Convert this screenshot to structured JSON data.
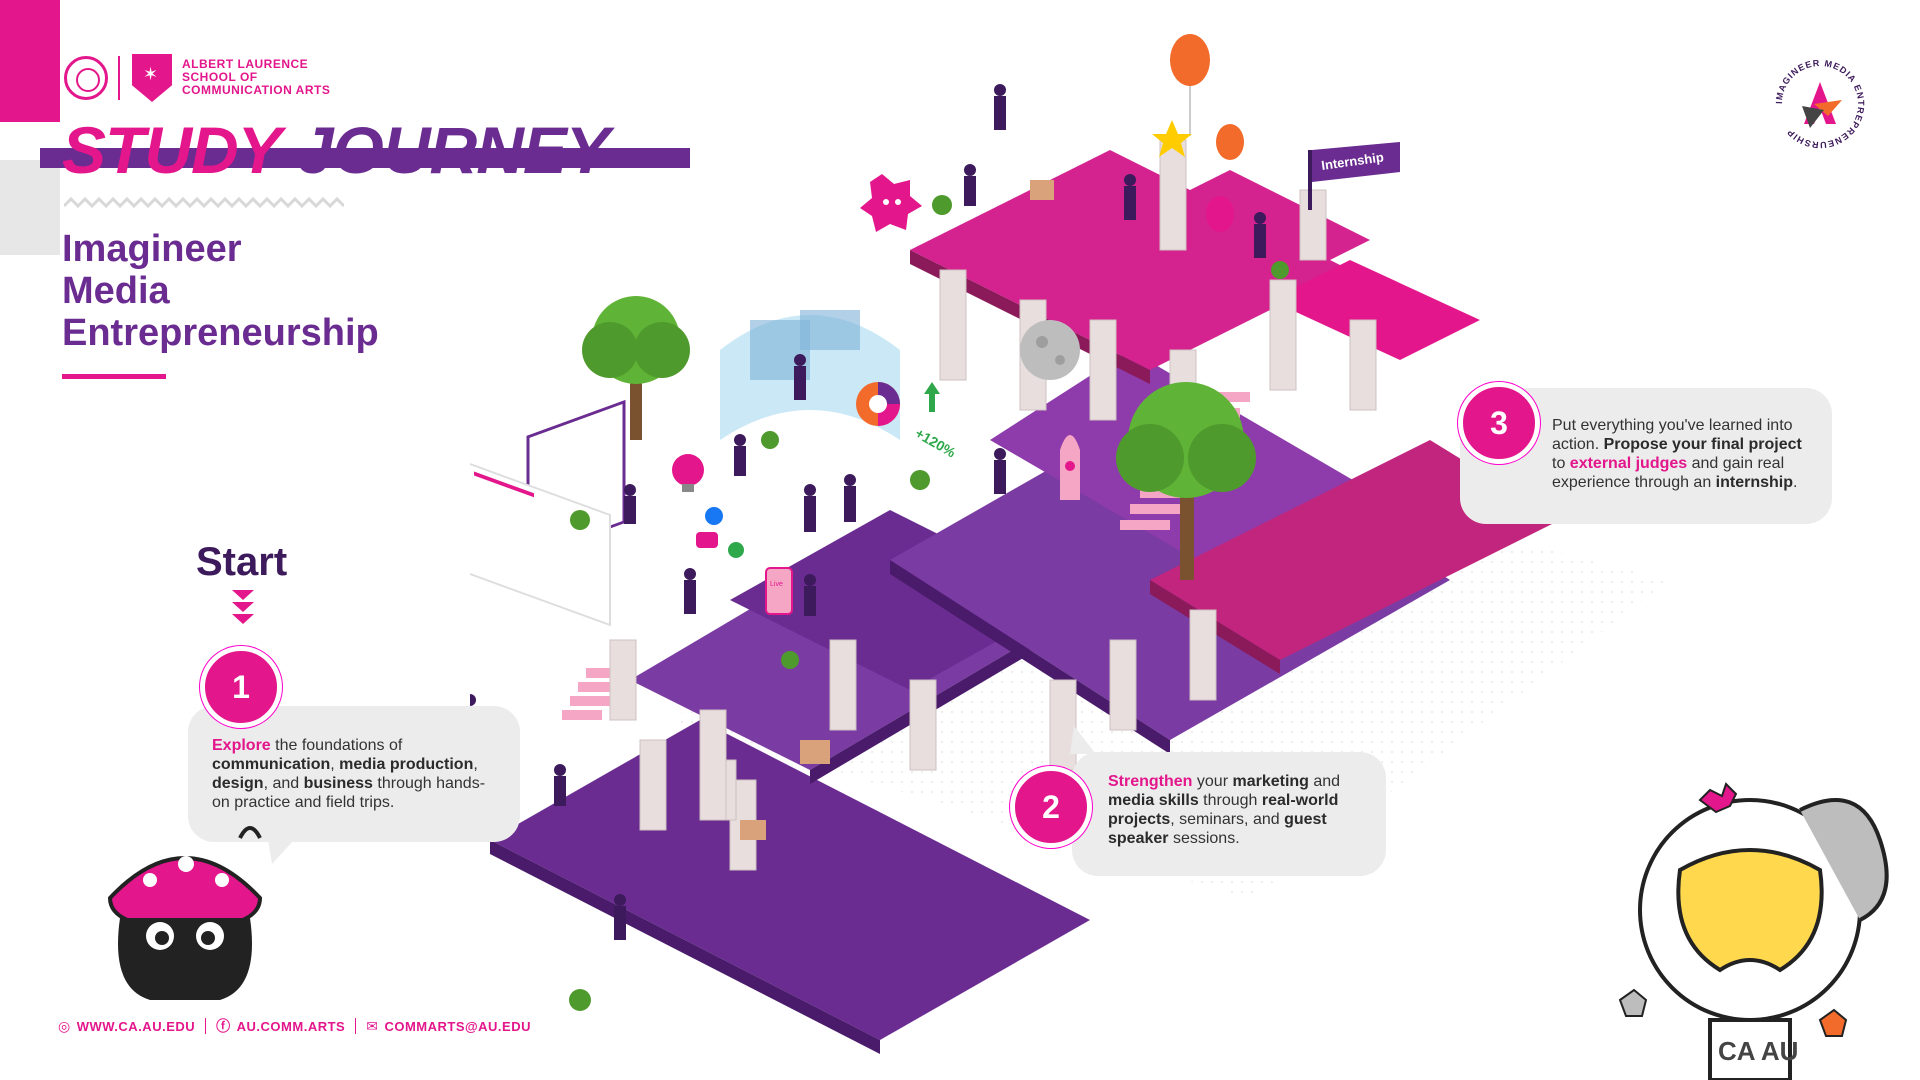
{
  "header": {
    "school_line1": "ALBERT LAURENCE",
    "school_line2": "SCHOOL OF",
    "school_line3": "COMMUNICATION ARTS",
    "title_part1": "STUDY",
    "title_part2": "JOURNEY",
    "program_line1": "Imagineer",
    "program_line2": "Media",
    "program_line3": "Entrepreneurship"
  },
  "start": {
    "label": "Start"
  },
  "steps": [
    {
      "number": "1"
    },
    {
      "number": "2"
    },
    {
      "number": "3"
    }
  ],
  "step1": {
    "w1": "Explore",
    "w2": " the foundations of ",
    "w3": "communication",
    "w4": ", ",
    "w5": "media production",
    "w6": ", ",
    "w7": "design",
    "w8": ", and ",
    "w9": "business",
    "w10": " through hands-on practice and field trips."
  },
  "step2": {
    "w1": "Strengthen",
    "w2": " your ",
    "w3": "marketing",
    "w4": " and ",
    "w5": "media skills",
    "w6": " through ",
    "w7": "real-world projects",
    "w8": ", seminars, and ",
    "w9": "guest speaker",
    "w10": " sessions."
  },
  "step3": {
    "w1": "Put everything you've learned into action. ",
    "w2": "Propose your final project",
    "w3": " to ",
    "w4": "external judges",
    "w5": " and gain real experience through an ",
    "w6": "internship",
    "w7": "."
  },
  "illustration": {
    "flag_label": "Internship",
    "growth_label": "+120%",
    "screen_label": "Live"
  },
  "badge": {
    "ring_text": "IMAGINEER MEDIA ENTREPRENEURSHIP"
  },
  "astronaut": {
    "helmet_text": "CA AU"
  },
  "footer": {
    "website": "WWW.CA.AU.EDU",
    "facebook": "AU.COMM.ARTS",
    "email": "COMMARTS@AU.EDU"
  },
  "colors": {
    "magenta": "#e3168c",
    "purple": "#6a2c91",
    "dark_purple": "#3c1a5b",
    "card_grey": "#ececec"
  }
}
